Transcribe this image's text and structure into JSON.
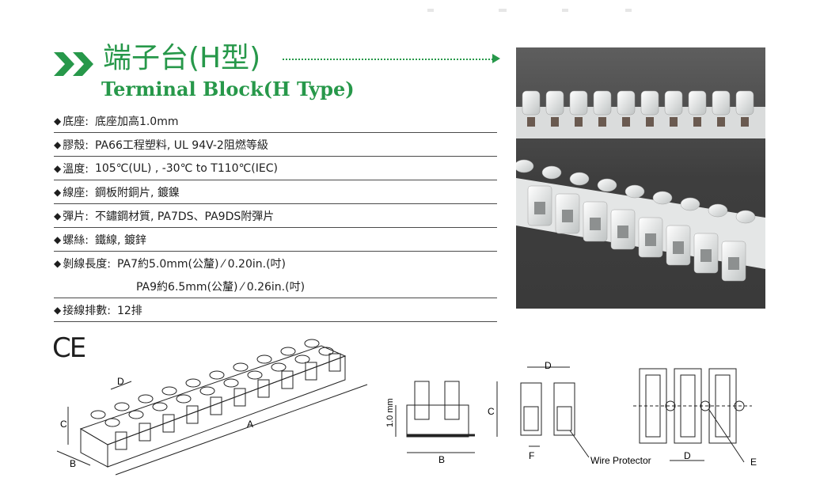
{
  "header": {
    "title_cn": "端子台(H型)",
    "title_en": "Terminal Block(H Type)"
  },
  "specs": [
    {
      "label": "底座:",
      "value": "底座加高1.0mm"
    },
    {
      "label": "膠殼:",
      "value": "PA66工程塑料, UL 94V-2阻燃等級"
    },
    {
      "label": "溫度:",
      "value": "105℃(UL) , -30℃ to T110℃(IEC)"
    },
    {
      "label": "線座:",
      "value": "鋼板附銅片, 鍍鎳"
    },
    {
      "label": "彈片:",
      "value": "不鏽鋼材質, PA7DS、PA9DS附彈片"
    },
    {
      "label": "螺絲:",
      "value": "鐵線, 鍍鋅"
    },
    {
      "label": "剝線長度:",
      "value": "PA7約5.0mm(公釐) ⁄ 0.20in.(吋)"
    },
    {
      "label": "",
      "value": "PA9約6.5mm(公釐) ⁄ 0.26in.(吋)"
    },
    {
      "label": "接線排數:",
      "value": "12排"
    }
  ],
  "cert_mark": "CE",
  "drawing_labels": {
    "iso_a": "A",
    "iso_b": "B",
    "iso_c": "C",
    "iso_d": "D",
    "side_height": "1.0 mm",
    "side_b": "B",
    "side_c": "C",
    "front_d": "D",
    "front_f": "F",
    "wire_protector": "Wire Protector",
    "top_d": "D",
    "top_e": "E"
  },
  "colors": {
    "accent": "#27984a",
    "text": "#1e1e1e",
    "line": "#4a4a4a"
  },
  "icons": {
    "title_marker": "double-chevron-right-icon",
    "photo": "terminal-block-photo"
  }
}
